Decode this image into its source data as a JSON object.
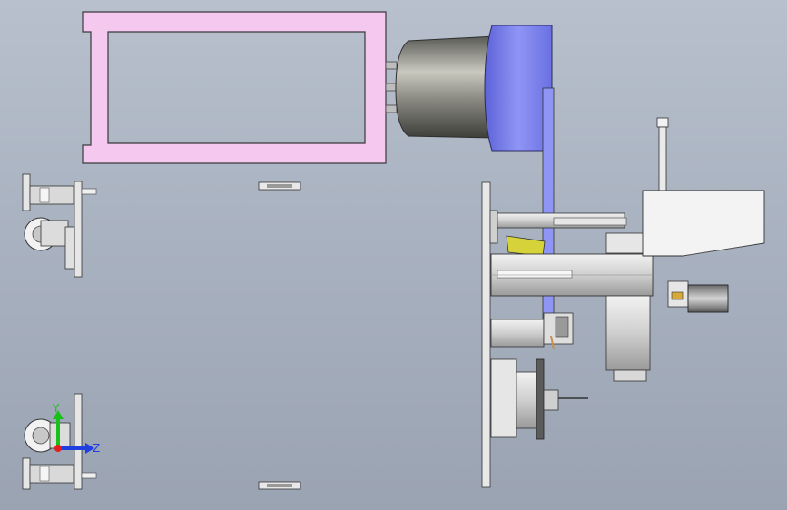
{
  "app": {
    "view": "cad-3d-viewport"
  },
  "axes": {
    "y_label": "Y",
    "z_label": "Z",
    "y_color": "#19c019",
    "z_color": "#1f3fe0",
    "origin_color": "#e01e1e"
  },
  "colors": {
    "background_top": "#b8c0cd",
    "background_bottom": "#9aa3b2",
    "frame_fill": "#f5c8f0",
    "frame_stroke": "#3a3a3a",
    "motor_body": "#8a8a82",
    "flange_fill": "#7f86f0",
    "plate_fill": "#d8d8d8",
    "yellow_part": "#d6d23a"
  },
  "icons": {
    "triad": "coordinate-triad-icon"
  }
}
